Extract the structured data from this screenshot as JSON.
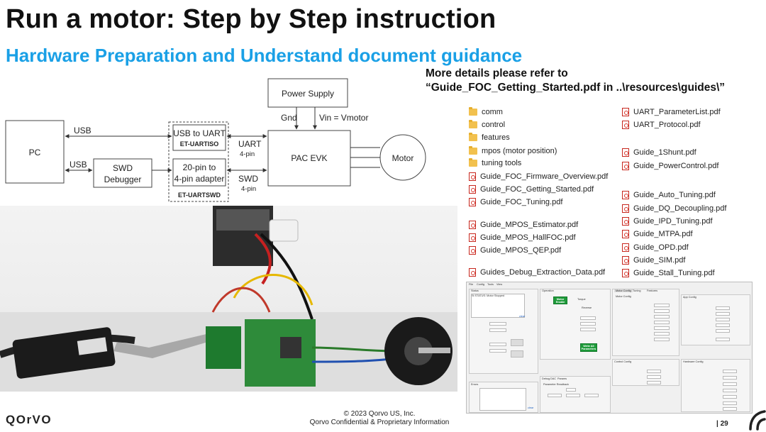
{
  "title": "Run a motor: Step by Step instruction",
  "subtitle": "Hardware Preparation and Understand document guidance",
  "details": {
    "line1": "More details please refer to",
    "line2": "“Guide_FOC_Getting_Started.pdf in ..\\resources\\guides\\”"
  },
  "diagram": {
    "pc": "PC",
    "power_supply": "Power Supply",
    "gnd": "Gnd",
    "vin": "Vin = Vmotor",
    "usb_top": "USB",
    "usb_bottom": "USB",
    "usb_to_uart": "USB to UART",
    "et_uartiso": "ET-UARTISO",
    "uart": "UART",
    "uart_pins": "4-pin",
    "swd_debugger_1": "SWD",
    "swd_debugger_2": "Debugger",
    "adapter_1": "20-pin to",
    "adapter_2": "4-pin adapter",
    "et_uartswd": "ET-UARTSWD",
    "swd": "SWD",
    "swd_pins": "4-pin",
    "pac_evk": "PAC EVK",
    "motor": "Motor"
  },
  "files": {
    "left": [
      {
        "name": "comm",
        "type": "folder"
      },
      {
        "name": "control",
        "type": "folder"
      },
      {
        "name": "features",
        "type": "folder"
      },
      {
        "name": "mpos (motor position)",
        "type": "folder"
      },
      {
        "name": "tuning tools",
        "type": "folder"
      },
      {
        "name": "Guide_FOC_Firmware_Overview.pdf",
        "type": "pdf"
      },
      {
        "name": "Guide_FOC_Getting_Started.pdf",
        "type": "pdf"
      },
      {
        "name": "Guide_FOC_Tuning.pdf",
        "type": "pdf"
      },
      {
        "name": "Guide_MPOS_Estimator.pdf",
        "type": "pdf"
      },
      {
        "name": "Guide_MPOS_HallFOC.pdf",
        "type": "pdf"
      },
      {
        "name": "Guide_MPOS_QEP.pdf",
        "type": "pdf"
      },
      {
        "name": "Guides_Debug_Extraction_Data.pdf",
        "type": "pdf"
      }
    ],
    "right": [
      {
        "name": "UART_ParameterList.pdf",
        "type": "pdf"
      },
      {
        "name": "UART_Protocol.pdf",
        "type": "pdf"
      },
      {
        "name": "Guide_1Shunt.pdf",
        "type": "pdf"
      },
      {
        "name": "Guide_PowerControl.pdf",
        "type": "pdf"
      },
      {
        "name": "Guide_Auto_Tuning.pdf",
        "type": "pdf"
      },
      {
        "name": "Guide_DQ_Decoupling.pdf",
        "type": "pdf"
      },
      {
        "name": "Guide_IPD_Tuning.pdf",
        "type": "pdf"
      },
      {
        "name": "Guide_MTPA.pdf",
        "type": "pdf"
      },
      {
        "name": "Guide_OPD.pdf",
        "type": "pdf"
      },
      {
        "name": "Guide_SIM.pdf",
        "type": "pdf"
      },
      {
        "name": "Guide_Stall_Tuning.pdf",
        "type": "pdf"
      }
    ]
  },
  "gui": {
    "menu": [
      "File",
      "Config",
      "Tools",
      "View"
    ],
    "status_label": "Status",
    "status_text": "St STATUS: Motor Stopped",
    "operation_label": "Operation",
    "motor_enable": "Motor Enable",
    "torque_option": "Torque",
    "reverse_option": "Reverse",
    "write_all": "Write All Parameters",
    "tabs": [
      "Motor Config",
      "Tuning",
      "Features"
    ],
    "motor_config_label": "Motor Config",
    "app_config_label": "App Config",
    "control_config_label": "Control Config",
    "hardware_config_label": "Hardware Config",
    "errors_label": "Errors",
    "bottom_tabs": [
      "Debug",
      "DAC",
      "Params"
    ],
    "param_readback": "Parameter Readback",
    "clear": "clear"
  },
  "footer": {
    "copyright": "© 2023 Qorvo US, Inc.",
    "confidential": "Qorvo Confidential & Proprietary Information"
  },
  "logo": "QOrVO",
  "page_number": "| 29"
}
